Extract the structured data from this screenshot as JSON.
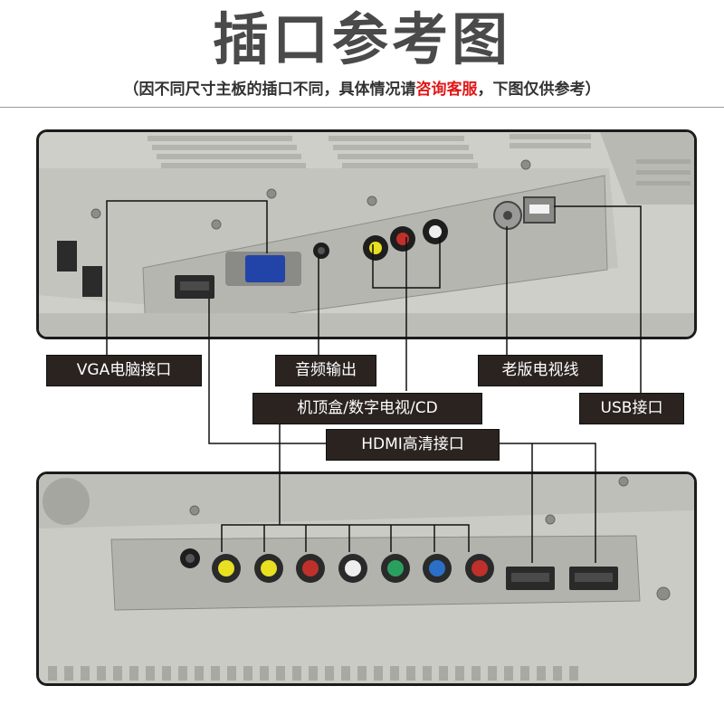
{
  "header": {
    "title": "插口参考图",
    "subtitle_prefix": "（因不同尺寸主板的插口不同，具体情况请",
    "subtitle_highlight": "咨询客服",
    "subtitle_suffix": "，下图仅供参考）"
  },
  "labels": {
    "vga": "VGA电脑接口",
    "audio_out": "音频输出",
    "old_tv": "老版电视线",
    "settop": "机顶盒/数字电视/CD",
    "usb": "USB接口",
    "hdmi": "HDMI高清接口"
  },
  "colors": {
    "highlight": "#e01818",
    "label_bg": "#2a2320",
    "panel_gray": "#c9c9c4",
    "rca_yellow": "#e8e020",
    "rca_red": "#c0302a",
    "rca_white": "#eeeeee",
    "rca_green": "#2aa060",
    "rca_blue": "#2a70c8"
  }
}
